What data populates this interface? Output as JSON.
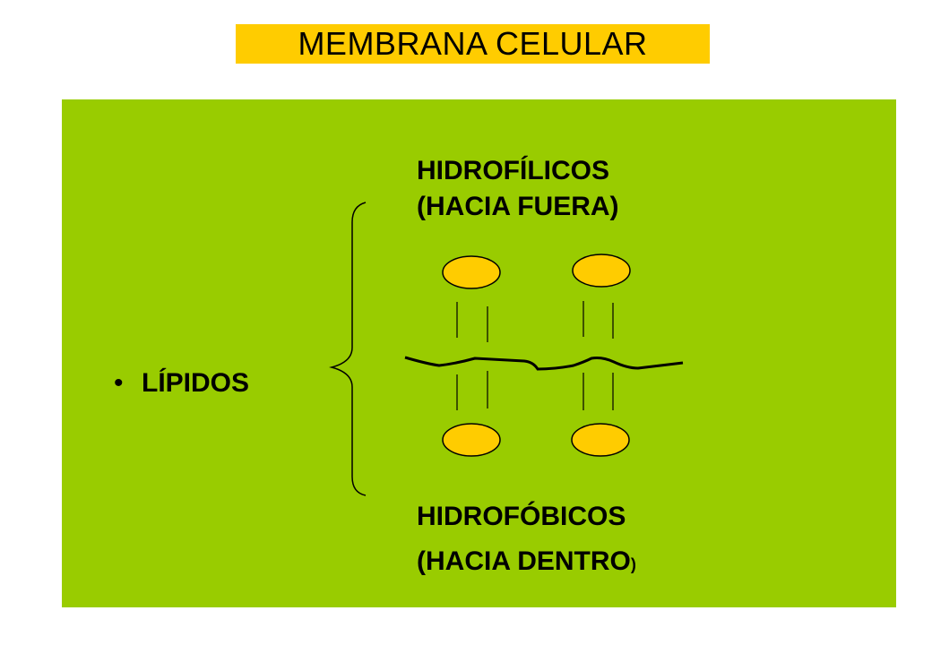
{
  "title": "MEMBRANA CELULAR",
  "colors": {
    "title_bg": "#FFCC00",
    "panel_bg": "#99CC00",
    "head_fill": "#FFCC00",
    "stroke": "#000000"
  },
  "diagram": {
    "bullet": "•",
    "lipids_label": "LÍPIDOS",
    "top_label_line1": "HIDROFÍLICOS",
    "top_label_line2": "(HACIA FUERA)",
    "bottom_label_line1": "HIDROFÓBICOS",
    "bottom_label_line2_main": "(HACIA DENTRO",
    "bottom_label_line2_paren": ")"
  }
}
